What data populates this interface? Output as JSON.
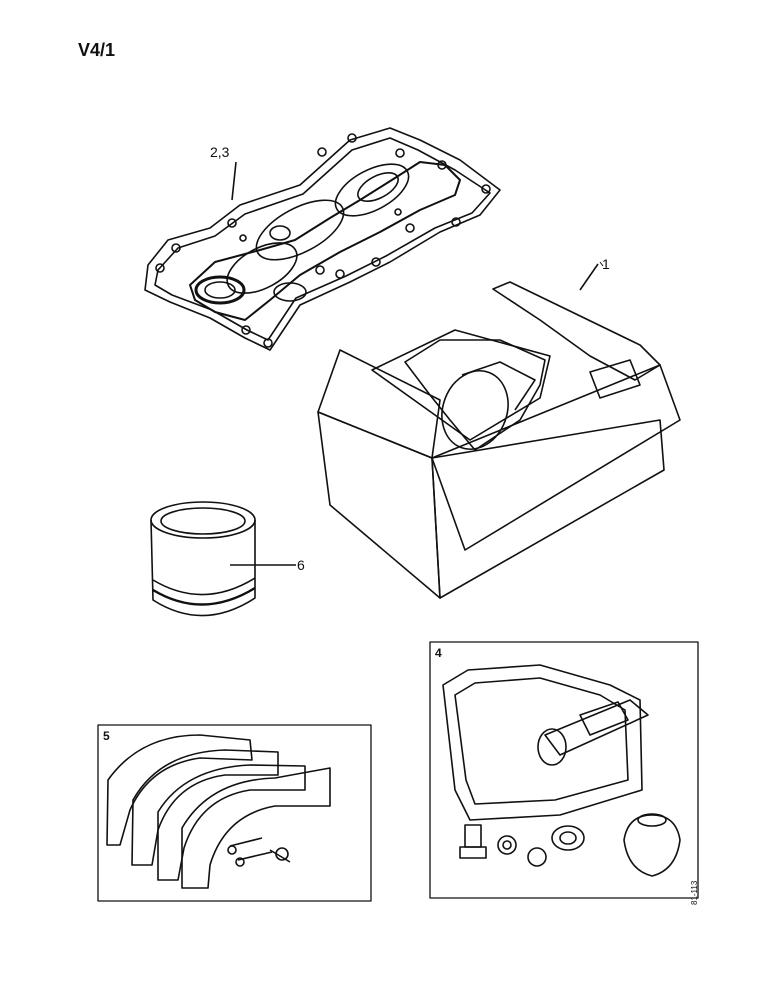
{
  "page_code": "V4/1",
  "callouts": {
    "gasket_set": "2,3",
    "kit_box": "1",
    "liner": "6",
    "box_water_pump": "4",
    "box_brake_shoes": "5"
  },
  "drawing_code": "81-113"
}
